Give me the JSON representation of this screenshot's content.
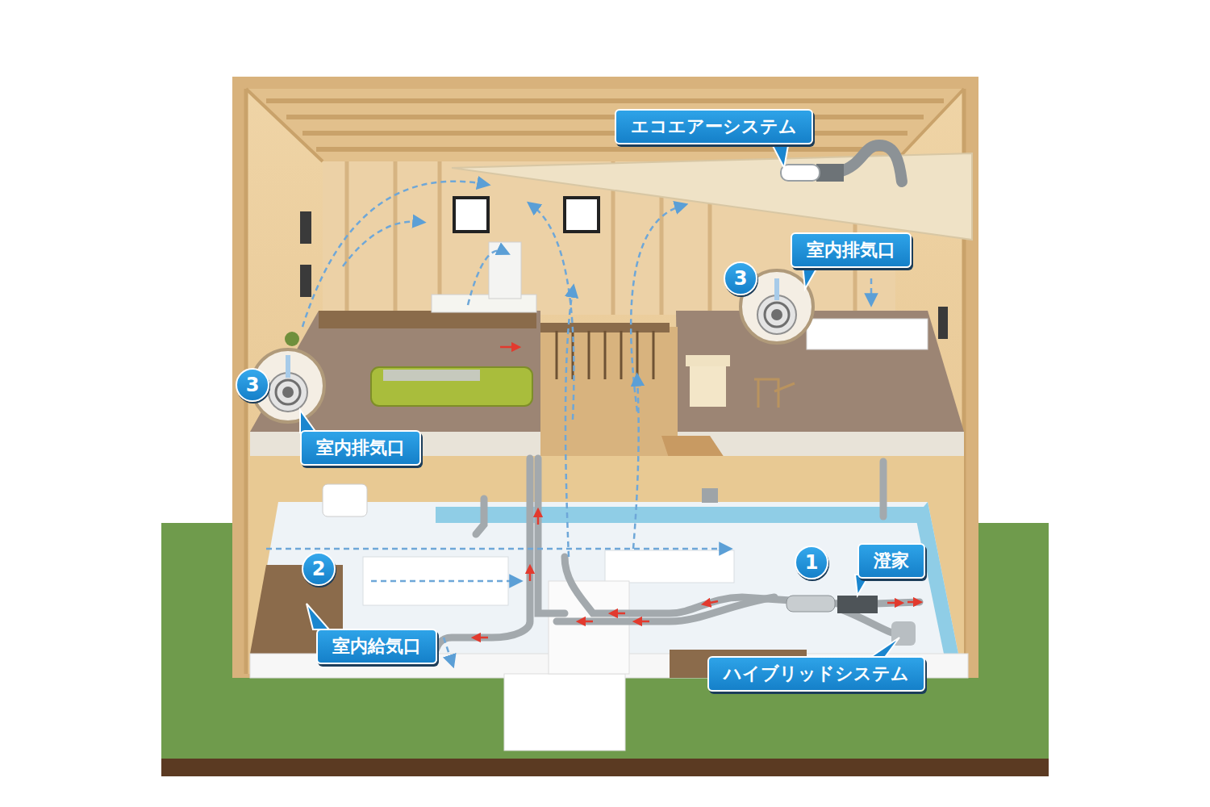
{
  "diagram": {
    "nodes": [
      {
        "text": [
          "エコエアーシステム"
        ]
      },
      {
        "text": [
          "室内排気口"
        ]
      },
      {
        "text": [
          "3"
        ]
      },
      {
        "text": [
          "3"
        ]
      },
      {
        "text": [
          "室内排気口"
        ]
      },
      {
        "text": [
          "1"
        ]
      },
      {
        "text": [
          "澄家"
        ]
      },
      {
        "text": [
          "2"
        ]
      },
      {
        "text": [
          "室内給気口"
        ]
      },
      {
        "text": [
          "ハイブリッドシステム"
        ]
      }
    ]
  }
}
